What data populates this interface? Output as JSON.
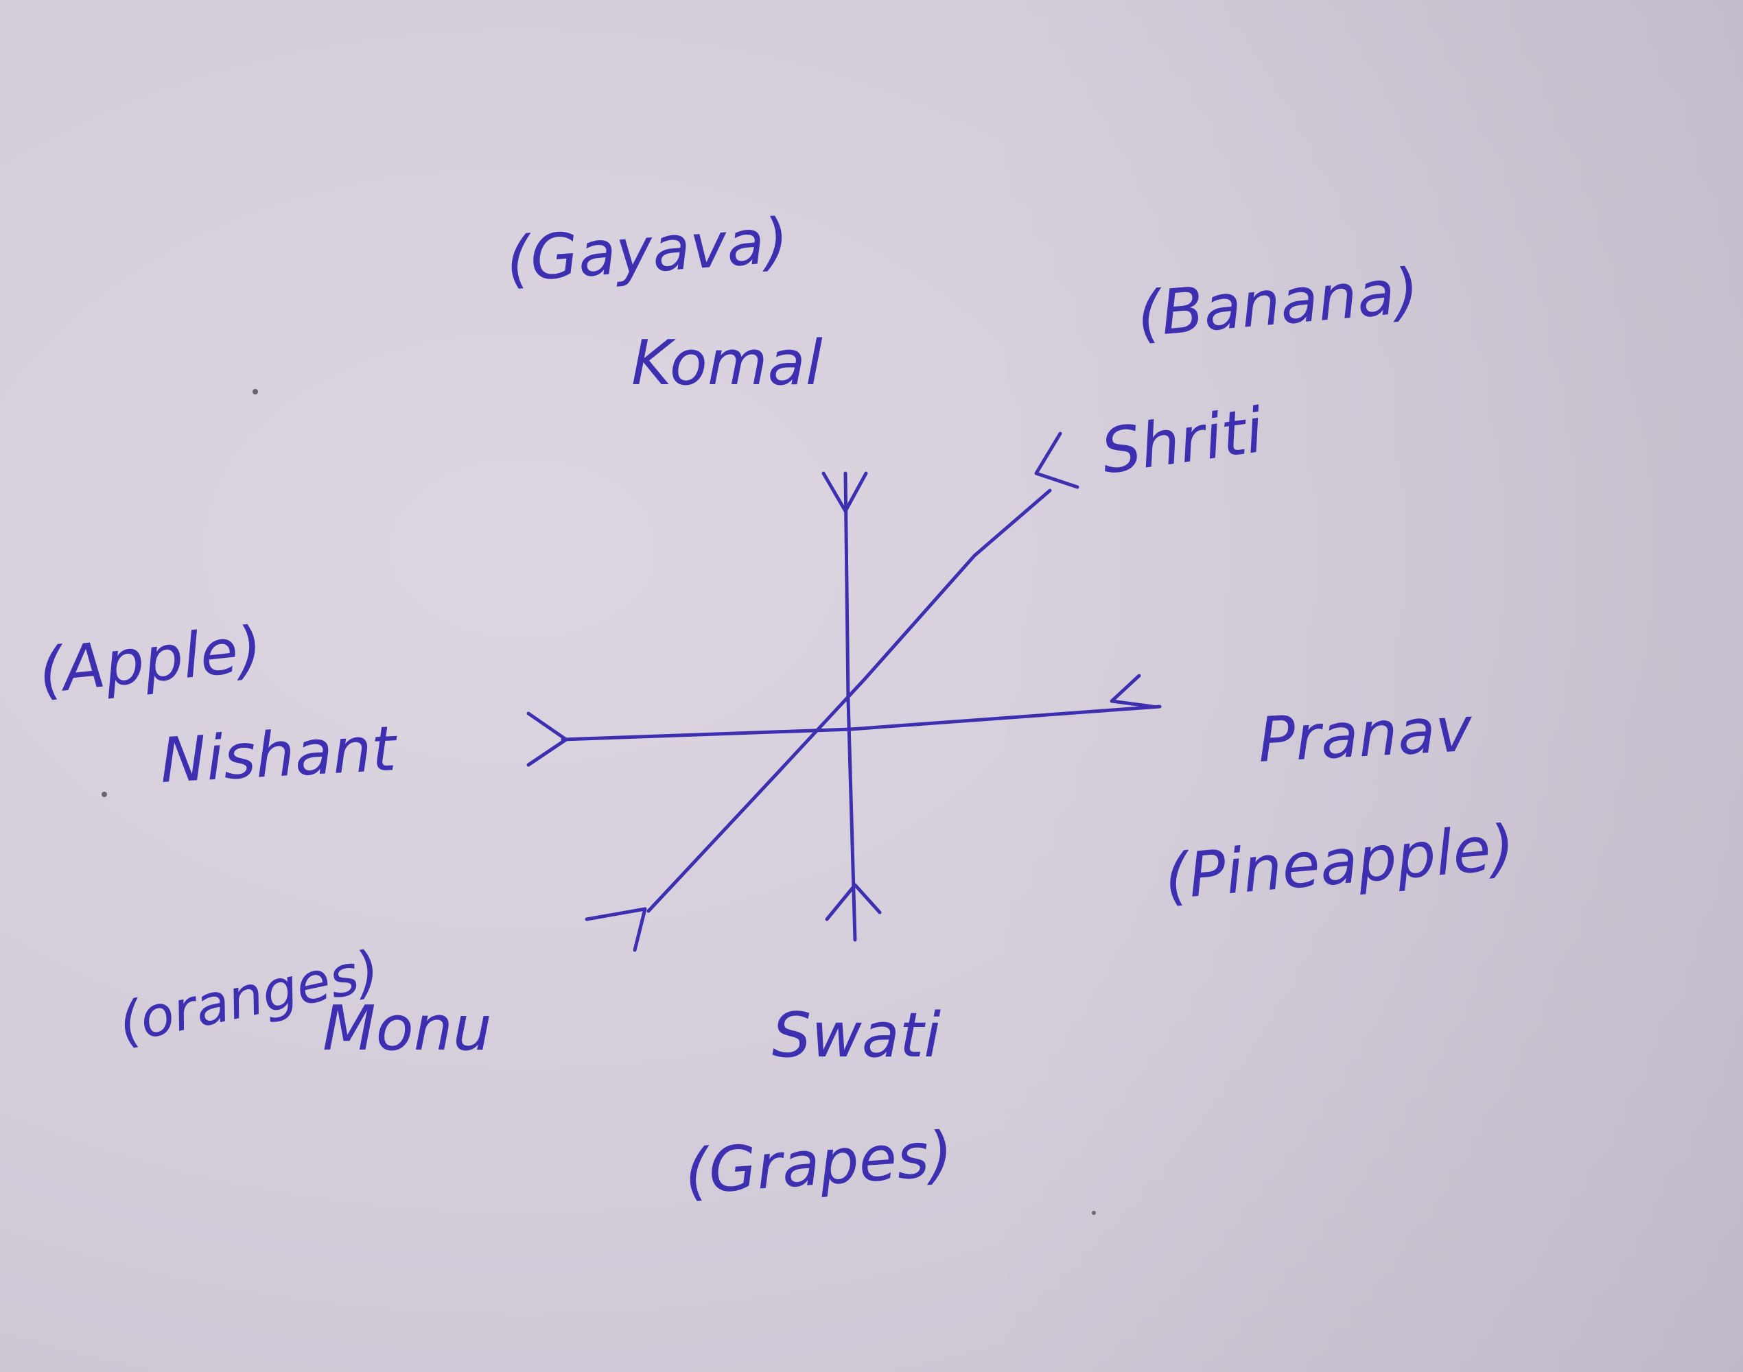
{
  "ink_color": "#3d2fb0",
  "people": [
    {
      "id": "top",
      "name": "Komal",
      "fruit": "(Gayava)"
    },
    {
      "id": "top-right",
      "name": "Shriti",
      "fruit": "(Banana)"
    },
    {
      "id": "right",
      "name": "Pranav",
      "fruit": "(Pineapple)"
    },
    {
      "id": "bottom",
      "name": "Swati",
      "fruit": "(Grapes)"
    },
    {
      "id": "bottom-left",
      "name": "Monu",
      "fruit": "(oranges)"
    },
    {
      "id": "left",
      "name": "Nishant",
      "fruit": "(Apple)"
    }
  ]
}
